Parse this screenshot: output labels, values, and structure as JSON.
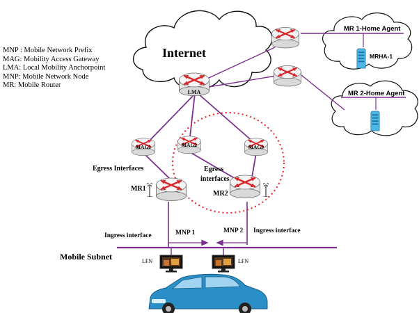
{
  "legend": [
    "MNP : Mobile  Network Prefix",
    "MAG: Mobility  Access Gateway",
    "LMA: Local Mobility Anchorpoint",
    "MNP: Mobile  Network Node",
    "MR: Mobile  Router"
  ],
  "labels": {
    "internet": "Internet",
    "lma": "LMA",
    "mag1": "MAG1",
    "mag2": "MAG2",
    "mag3": "MAG3",
    "mr1": "MR1",
    "mr2": "MR2",
    "egress_interfaces": "Egress Interfaces",
    "egress_interfaces_2_line1": "Egress",
    "egress_interfaces_2_line2": "interfaces",
    "mr1_home_agent": "MR 1-Home Agent",
    "mr2_home_agent": "MR 2-Home Agent",
    "mrha1": "MRHA-1",
    "ingress_left": "Ingress interface",
    "ingress_right": "Ingress interface",
    "mnp1": "MNP  1",
    "mnp2": "MNP  2",
    "mobile_subnet": "Mobile Subnet",
    "lfn_left": "LFN",
    "lfn_right": "LFN"
  },
  "colors": {
    "link_purple": "#7b2f8f",
    "router_red": "#d6262a",
    "router_body": "#e9e9e9",
    "dotted_red": "#e41e26",
    "server_blue": "#4db8e8",
    "car_blue": "#2a8fc7"
  },
  "icons": [
    "router-icon",
    "cloud-icon",
    "server-icon",
    "antenna-icon",
    "monitor-icon",
    "car-icon",
    "arrow-right-icon"
  ]
}
